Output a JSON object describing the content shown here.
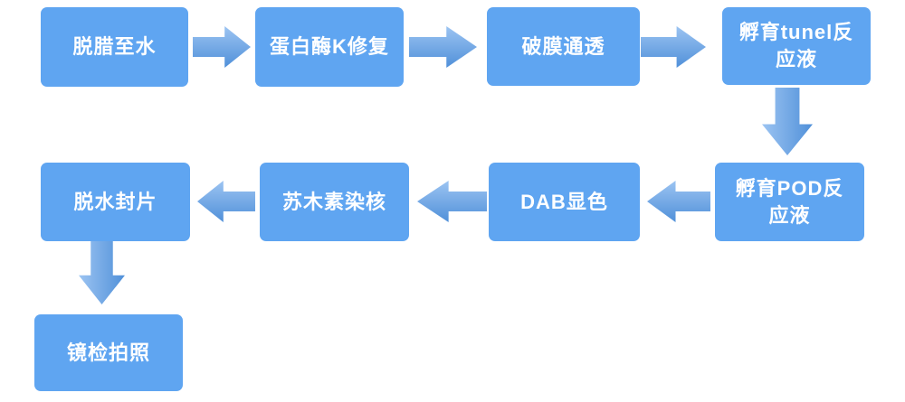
{
  "page": {
    "background": "#ffffff"
  },
  "colors": {
    "node_fill": "#5fa5f1",
    "node_text": "#ffffff",
    "arrow_light": "#9cc4f2",
    "arrow_dark": "#5090d9"
  },
  "flow": {
    "nodes": [
      {
        "id": "dewax",
        "label": "脱腊至水"
      },
      {
        "id": "proteinase-k-repair",
        "label": "蛋白酶K修复"
      },
      {
        "id": "membrane-permeabilize",
        "label": "破膜通透"
      },
      {
        "id": "incubate-tunel",
        "label": "孵育tunel反\n应液"
      },
      {
        "id": "incubate-pod",
        "label": "孵育POD反\n应液"
      },
      {
        "id": "dab-develop",
        "label": "DAB显色"
      },
      {
        "id": "hematoxylin-counterstain",
        "label": "苏木素染核"
      },
      {
        "id": "dehydrate-mount",
        "label": "脱水封片"
      },
      {
        "id": "microscopy-photograph",
        "label": "镜检拍照"
      }
    ],
    "edges": [
      {
        "from": "脱腊至水",
        "to": "蛋白酶K修复",
        "direction": "right"
      },
      {
        "from": "蛋白酶K修复",
        "to": "破膜通透",
        "direction": "right"
      },
      {
        "from": "破膜通透",
        "to": "孵育tunel反应液",
        "direction": "right"
      },
      {
        "from": "孵育tunel反应液",
        "to": "孵育POD反应液",
        "direction": "down"
      },
      {
        "from": "孵育POD反应液",
        "to": "DAB显色",
        "direction": "left"
      },
      {
        "from": "DAB显色",
        "to": "苏木素染核",
        "direction": "left"
      },
      {
        "from": "苏木素染核",
        "to": "脱水封片",
        "direction": "left"
      },
      {
        "from": "脱水封片",
        "to": "镜检拍照",
        "direction": "down"
      }
    ]
  }
}
